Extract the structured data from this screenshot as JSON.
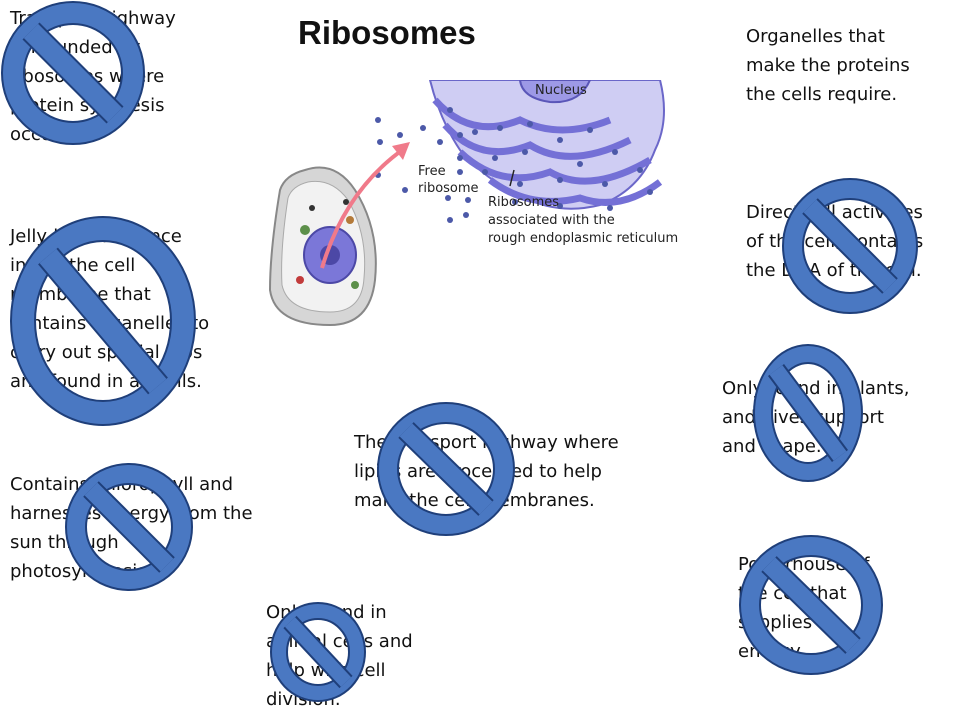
{
  "slide": {
    "title": "Ribosomes",
    "clues": [
      {
        "id": "c1",
        "text": "Transport highway\nsurrounded by\nribosomes where\nprotein synthesis\noccurs."
      },
      {
        "id": "c2",
        "text": "Jelly-like substance\ninside the cell\nmembrane that\ncontains organelles to\ncarry out special jobs\nand found in all cells."
      },
      {
        "id": "c3",
        "text": "Contains chlorophyll and\nharnesses energy from the\nsun through\nphotosynthesis."
      },
      {
        "id": "c4",
        "text": "Organelles that\nmake the proteins\nthe cells require."
      },
      {
        "id": "c5",
        "text": "Directs all activities\nof the cell; contains\nthe DNA of the cell."
      },
      {
        "id": "c6",
        "text": "Only found in plants,\nand gives support\nand shape."
      },
      {
        "id": "c7",
        "text": "The transport highway where\nlipids are processed to help\nmake the cell membranes."
      },
      {
        "id": "c8",
        "text": "Powerhouse of\nthe cell that\nsupplies\nenergy."
      },
      {
        "id": "c9",
        "text": "Only found in\nanimal cells and\nhelp with cell\ndivision."
      }
    ],
    "diagram": {
      "nucleus_label": "Nucleus",
      "free_ribosome_label_1": "Free",
      "free_ribosome_label_2": "ribosome",
      "bound_label_1": "Ribosomes",
      "bound_label_2": "associated with the",
      "bound_label_3": "rough endoplasmic reticulum"
    },
    "colors": {
      "no_symbol_fill": "#4a78c2",
      "no_symbol_stroke": "#1f3f7a",
      "er_color": "#8b87e0",
      "arrow_color": "#f07a8a"
    }
  }
}
